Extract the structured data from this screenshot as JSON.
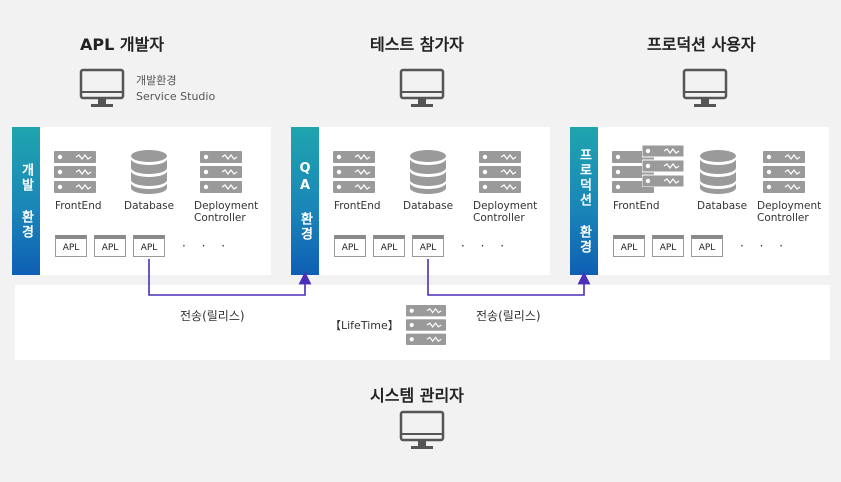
{
  "roles": {
    "developer": "APL 개발자",
    "tester": "테스트 참가자",
    "prod_user": "프로덕션 사용자",
    "sysadmin": "시스템 관리자"
  },
  "dev_tools": {
    "line1": "개발환경",
    "line2": "Service Studio"
  },
  "environments": [
    {
      "name": "개발 환경",
      "components": {
        "frontend": "FrontEnd",
        "database": "Database",
        "deploy_line1": "Deployment",
        "deploy_line2": "Controller"
      },
      "apps": [
        "APL",
        "APL",
        "APL"
      ],
      "more": "· · ·"
    },
    {
      "name": "QA 환경",
      "components": {
        "frontend": "FrontEnd",
        "database": "Database",
        "deploy_line1": "Deployment",
        "deploy_line2": "Controller"
      },
      "apps": [
        "APL",
        "APL",
        "APL"
      ],
      "more": "· · ·"
    },
    {
      "name": "프로덕션 환경",
      "components": {
        "frontend": "FrontEnd",
        "database": "Database",
        "deploy_line1": "Deployment",
        "deploy_line2": "Controller"
      },
      "apps": [
        "APL",
        "APL",
        "APL"
      ],
      "more": "· · ·"
    }
  ],
  "lifetime": {
    "label": "【LifeTime】",
    "release_left": "전송(릴리스)",
    "release_right": "전송(릴리스)"
  },
  "colors": {
    "arrow": "#4b2fb8",
    "icon_gray": "#9a9a9a",
    "env_bar_top": "#1fa5ae",
    "env_bar_bottom": "#0f5fb4"
  }
}
